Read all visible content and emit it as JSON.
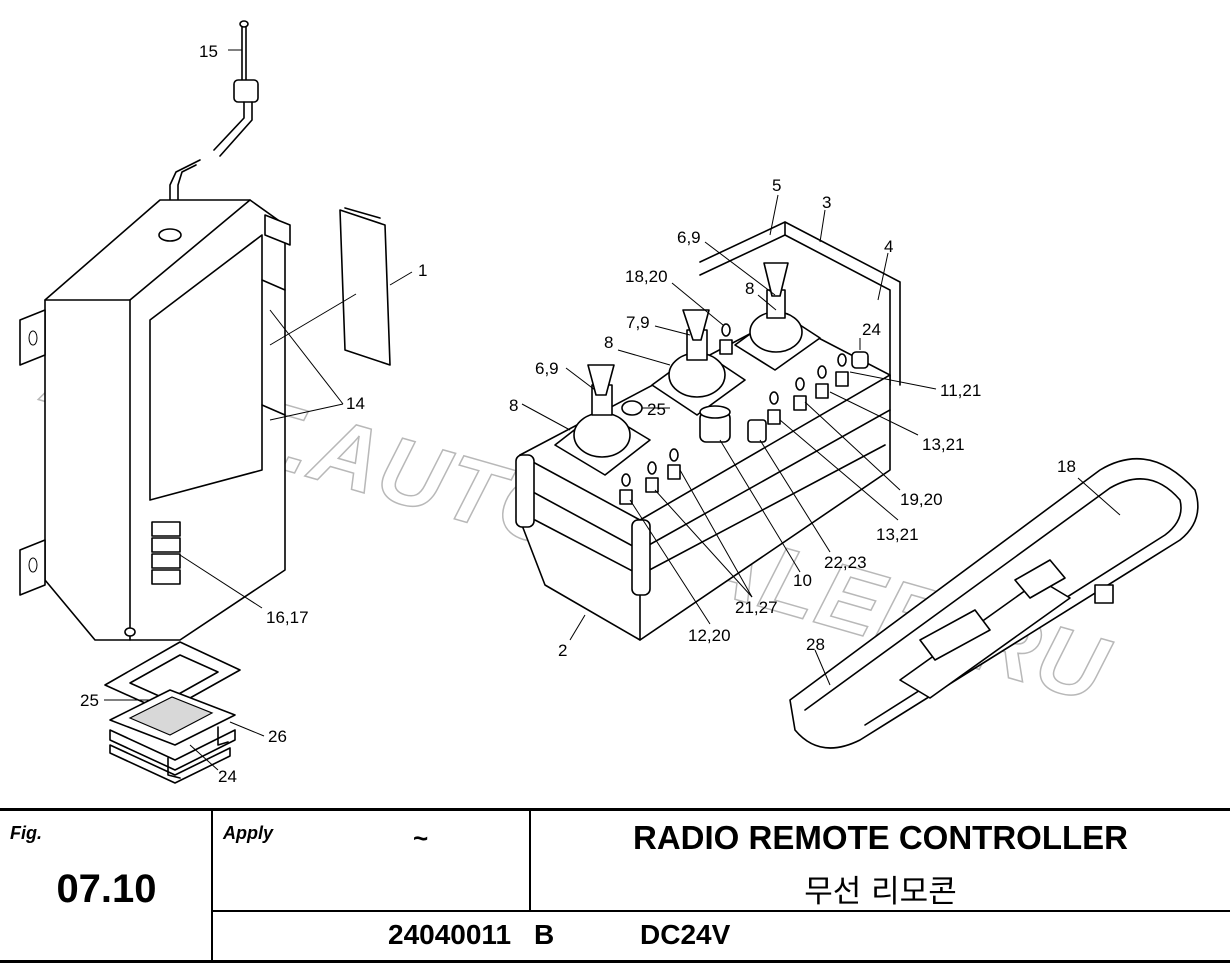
{
  "drawing": {
    "watermark": "ACAT.AUTODEALER.RU",
    "callouts": [
      {
        "id": "c15",
        "text": "15"
      },
      {
        "id": "c1",
        "text": "1"
      },
      {
        "id": "c14",
        "text": "14"
      },
      {
        "id": "c16-17",
        "text": "16,17"
      },
      {
        "id": "c25-left",
        "text": "25"
      },
      {
        "id": "c26",
        "text": "26"
      },
      {
        "id": "c24-left",
        "text": "24"
      },
      {
        "id": "c5",
        "text": "5"
      },
      {
        "id": "c3",
        "text": "3"
      },
      {
        "id": "c6-9-top",
        "text": "6,9"
      },
      {
        "id": "c4",
        "text": "4"
      },
      {
        "id": "c18-20",
        "text": "18,20"
      },
      {
        "id": "c8-top",
        "text": "8"
      },
      {
        "id": "c7-9",
        "text": "7,9"
      },
      {
        "id": "c24-right",
        "text": "24"
      },
      {
        "id": "c8-mid",
        "text": "8"
      },
      {
        "id": "c6-9-left",
        "text": "6,9"
      },
      {
        "id": "c11-21",
        "text": "11,21"
      },
      {
        "id": "c8-left",
        "text": "8"
      },
      {
        "id": "c25-mid",
        "text": "25"
      },
      {
        "id": "c13-21-a",
        "text": "13,21"
      },
      {
        "id": "c18",
        "text": "18"
      },
      {
        "id": "c19-20",
        "text": "19,20"
      },
      {
        "id": "c13-21-b",
        "text": "13,21"
      },
      {
        "id": "c22-23",
        "text": "22,23"
      },
      {
        "id": "c10",
        "text": "10"
      },
      {
        "id": "c21-27",
        "text": "21,27"
      },
      {
        "id": "c12-20",
        "text": "12,20"
      },
      {
        "id": "c2",
        "text": "2"
      },
      {
        "id": "c28",
        "text": "28"
      }
    ]
  },
  "title_block": {
    "fig_label": "Fig.",
    "fig_number": "07.10",
    "apply_label": "Apply",
    "apply_range": "~",
    "title_en": "RADIO REMOTE CONTROLLER",
    "title_ko": "무선 리모콘",
    "part_number": "24040011",
    "revision": "B",
    "voltage": "DC24V"
  }
}
